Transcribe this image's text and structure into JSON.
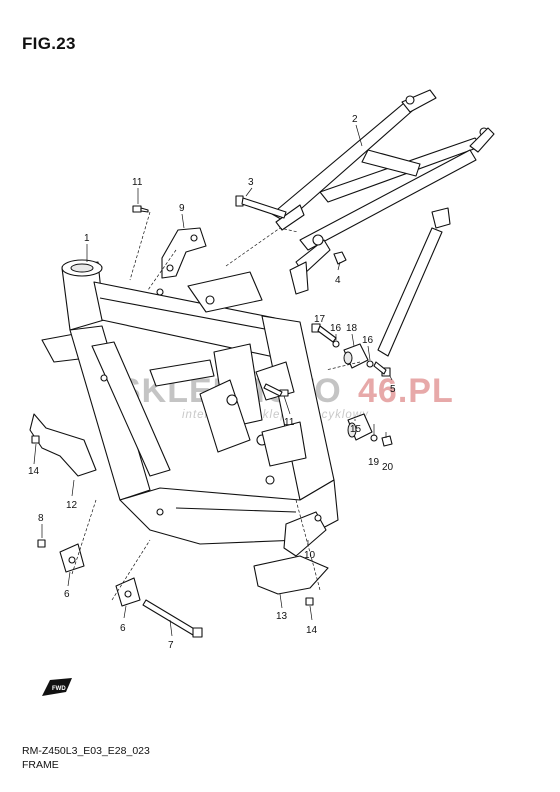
{
  "figure_title": "FIG.23",
  "model_code": "RM-Z450L3_E03_E28_023",
  "section_name": "FRAME",
  "watermark": {
    "brand_left": "SKLEPMOTO",
    "brand_right": "46.PL",
    "tagline": "internetowy sklep motocyklowy"
  },
  "forward_badge": "FWD",
  "colors": {
    "watermark_red": "#e7a9a9",
    "watermark_grey": "#c4c4c4",
    "line": "#111111"
  },
  "callouts": [
    {
      "id": "c2",
      "text": "2"
    },
    {
      "id": "c11a",
      "text": "11"
    },
    {
      "id": "c3",
      "text": "3"
    },
    {
      "id": "c9",
      "text": "9"
    },
    {
      "id": "c1",
      "text": "1"
    },
    {
      "id": "c4",
      "text": "4"
    },
    {
      "id": "c17",
      "text": "17"
    },
    {
      "id": "c16a",
      "text": "16"
    },
    {
      "id": "c18",
      "text": "18"
    },
    {
      "id": "c16b",
      "text": "16"
    },
    {
      "id": "c5",
      "text": "5"
    },
    {
      "id": "c11b",
      "text": "11"
    },
    {
      "id": "c14a",
      "text": "14"
    },
    {
      "id": "c15",
      "text": "15"
    },
    {
      "id": "c19",
      "text": "19"
    },
    {
      "id": "c20",
      "text": "20"
    },
    {
      "id": "c12",
      "text": "12"
    },
    {
      "id": "c8",
      "text": "8"
    },
    {
      "id": "c10",
      "text": "10"
    },
    {
      "id": "c6a",
      "text": "6"
    },
    {
      "id": "c13",
      "text": "13"
    },
    {
      "id": "c6b",
      "text": "6"
    },
    {
      "id": "c14b",
      "text": "14"
    },
    {
      "id": "c7",
      "text": "7"
    }
  ]
}
